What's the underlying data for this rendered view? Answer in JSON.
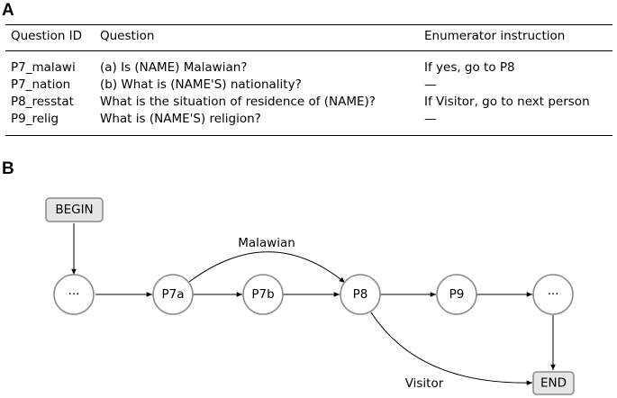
{
  "panel_a": {
    "label": "A",
    "headers": [
      "Question ID",
      "Question",
      "Enumerator instruction"
    ],
    "rows": [
      [
        "P7_malawi",
        "(a) Is (NAME) Malawian?",
        "If yes, go to P8"
      ],
      [
        "P7_nation",
        "(b) What is (NAME'S) nationality?",
        "—"
      ],
      [
        "P8_resstat",
        "What is the situation of residence of (NAME)?",
        "If Visitor, go to next person"
      ],
      [
        "P9_relig",
        "What is (NAME'S) religion?",
        "—"
      ]
    ]
  },
  "panel_b": {
    "label": "B",
    "nodes": {
      "begin": "BEGIN",
      "dots_start": "···",
      "p7a": "P7a",
      "p7b": "P7b",
      "p8": "P8",
      "p9": "P9",
      "dots_end": "···",
      "end": "END"
    },
    "edge_labels": {
      "malawian": "Malawian",
      "visitor": "Visitor"
    }
  },
  "colors": {
    "node_stroke": "#8c8c8c",
    "box_fill": "#e6e6e6",
    "edge": "#000000"
  }
}
